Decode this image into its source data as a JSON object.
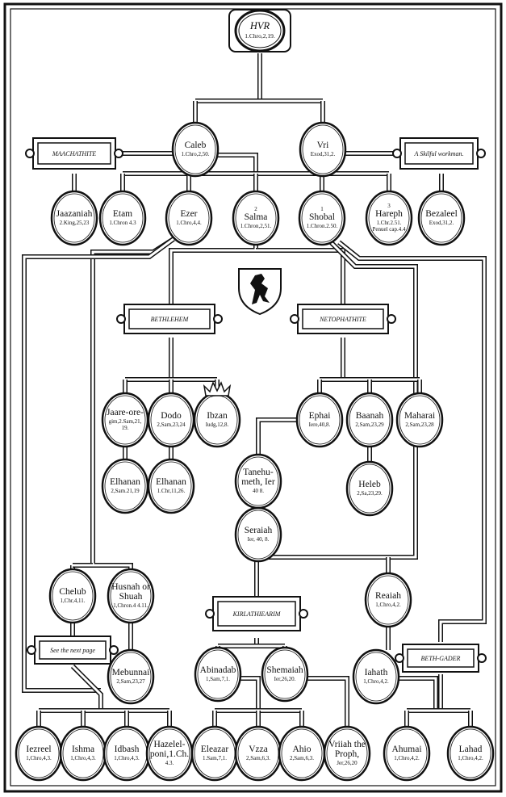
{
  "colors": {
    "ink": "#111111",
    "paper": "#ffffff"
  },
  "root": {
    "name": "HVR",
    "ref": "1.Chro,2,19."
  },
  "plaques": [
    {
      "id": "maachathite",
      "label": "MAACHATHITE"
    },
    {
      "id": "skilful",
      "label": "A Skilful workman."
    },
    {
      "id": "bethlehem",
      "label": "BETHLEHEM"
    },
    {
      "id": "netophathite",
      "label": "NETOPHATHITE"
    },
    {
      "id": "kirlathiearim",
      "label": "KIRLATHIEARIM"
    },
    {
      "id": "see-next",
      "label": "See the next page"
    },
    {
      "id": "bethgader",
      "label": "BETH-GADER"
    }
  ],
  "shield": {
    "icon": "heraldic-lion-shield-icon"
  },
  "nodes": [
    {
      "id": "caleb",
      "name": "Caleb",
      "ref": "1.Chro,2,50."
    },
    {
      "id": "vri",
      "name": "Vri",
      "ref": "Exod,31,2."
    },
    {
      "id": "jaazaniah",
      "name": "Jaazaniah",
      "ref": "2.King,25,23"
    },
    {
      "id": "etam",
      "name": "Etam",
      "ref": "1.Chron 4.3"
    },
    {
      "id": "ezer",
      "name": "Ezer",
      "ref": "1.Chro,4,4."
    },
    {
      "id": "salma",
      "name": "Salma",
      "ref": "1.Chron,2,51.",
      "mark": "2"
    },
    {
      "id": "shobal",
      "name": "Shobal",
      "ref": "1.Chron.2.50.",
      "mark": "1"
    },
    {
      "id": "hareph",
      "name": "Hareph",
      "ref": "1.Chr.2.51. Penuel cap.4.4",
      "mark": "3"
    },
    {
      "id": "bezaleel",
      "name": "Bezaleel",
      "ref": "Exod,31,2."
    },
    {
      "id": "jaare",
      "name": "Jaare-ore-",
      "ref": "gim,2.Sam,21, 19."
    },
    {
      "id": "dodo",
      "name": "Dodo",
      "ref": "2,Sam,23,24"
    },
    {
      "id": "ibzan",
      "name": "Ibzan",
      "ref": "Iudg,12,8."
    },
    {
      "id": "ephai",
      "name": "Ephai",
      "ref": "Iere,40,8."
    },
    {
      "id": "baanah",
      "name": "Baanah",
      "ref": "2,Sam,23,29"
    },
    {
      "id": "maharai",
      "name": "Maharai",
      "ref": "2,Sam,23,28"
    },
    {
      "id": "elhanan1",
      "name": "Elhanan",
      "ref": "2,Sam.21,19"
    },
    {
      "id": "elhanan2",
      "name": "Elhanan",
      "ref": "1.Chr,11,26."
    },
    {
      "id": "tanehumeth",
      "name": "Tanehu- meth, Ier",
      "ref": "40 8."
    },
    {
      "id": "heleb",
      "name": "Heleb",
      "ref": "2,Sa,23,29."
    },
    {
      "id": "seraiah",
      "name": "Seraiah",
      "ref": "Ier, 40, 8."
    },
    {
      "id": "chelub",
      "name": "Chelub",
      "ref": "1,Chr,4,11."
    },
    {
      "id": "hushah",
      "name": "Husnah or Shuah",
      "ref": "1,Chron.4 4.11."
    },
    {
      "id": "reaiah",
      "name": "Reaiah",
      "ref": "1,Chro,4,2."
    },
    {
      "id": "mebunnai",
      "name": "Mebunnai",
      "ref": "2,Sam,23,27"
    },
    {
      "id": "abinadab",
      "name": "Abinadab",
      "ref": "1,Sam,7,1."
    },
    {
      "id": "shemaiah",
      "name": "Shemaiah",
      "ref": "Ier,26,20."
    },
    {
      "id": "iahath",
      "name": "Iahath",
      "ref": "1,Chro,4,2."
    },
    {
      "id": "iezreel",
      "name": "Iezreel",
      "ref": "1,Chro,4,3."
    },
    {
      "id": "ishma",
      "name": "Ishma",
      "ref": "1,Chro,4,3."
    },
    {
      "id": "idbash",
      "name": "Idbash",
      "ref": "1,Chro,4,3."
    },
    {
      "id": "hazelelponi",
      "name": "Hazelel- poni,1.Ch.",
      "ref": "4.3."
    },
    {
      "id": "eleazar",
      "name": "Eleazar",
      "ref": "1.Sam,7,1."
    },
    {
      "id": "vzza",
      "name": "Vzza",
      "ref": "2,Sam,6,3."
    },
    {
      "id": "ahio",
      "name": "Ahio",
      "ref": "2,Sam,6,3."
    },
    {
      "id": "vriiah",
      "name": "Vriiah the Proph,",
      "ref": "Jer,26,20"
    },
    {
      "id": "ahumai",
      "name": "Ahumai",
      "ref": "1,Chro,4,2."
    },
    {
      "id": "lahad",
      "name": "Lahad",
      "ref": "1,Chro,4,2."
    }
  ]
}
